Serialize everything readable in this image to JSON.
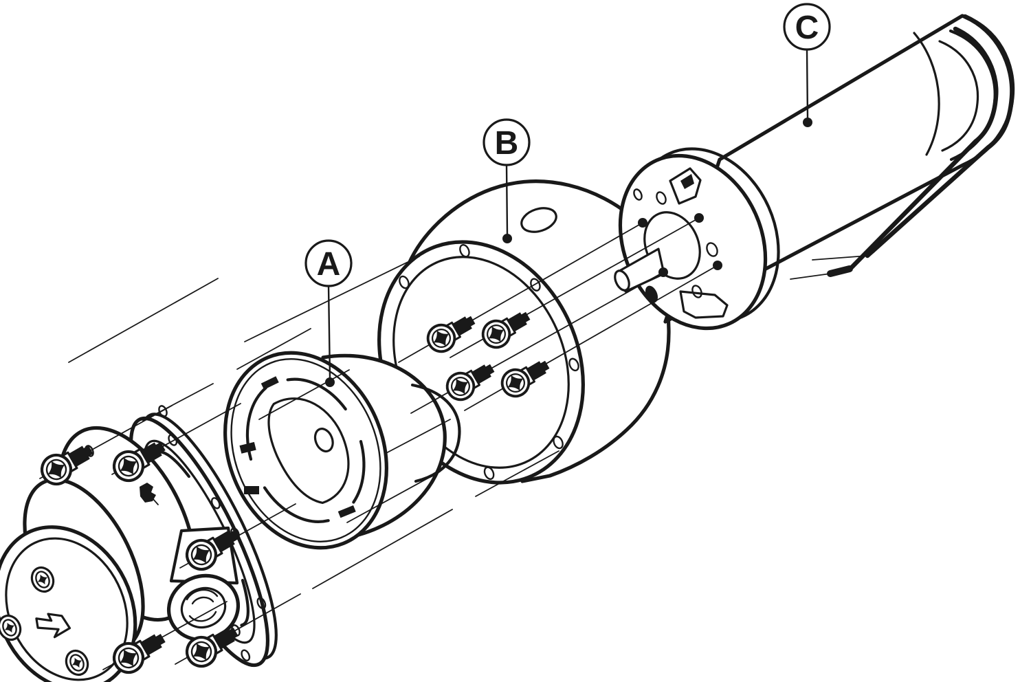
{
  "figure": {
    "background_color": "#ffffff",
    "line_color": "#191919",
    "description_labels": {
      "a": "A",
      "b": "B",
      "c": "C"
    }
  },
  "callouts": [
    {
      "label": "A"
    },
    {
      "label": "B"
    },
    {
      "label": "C"
    }
  ]
}
